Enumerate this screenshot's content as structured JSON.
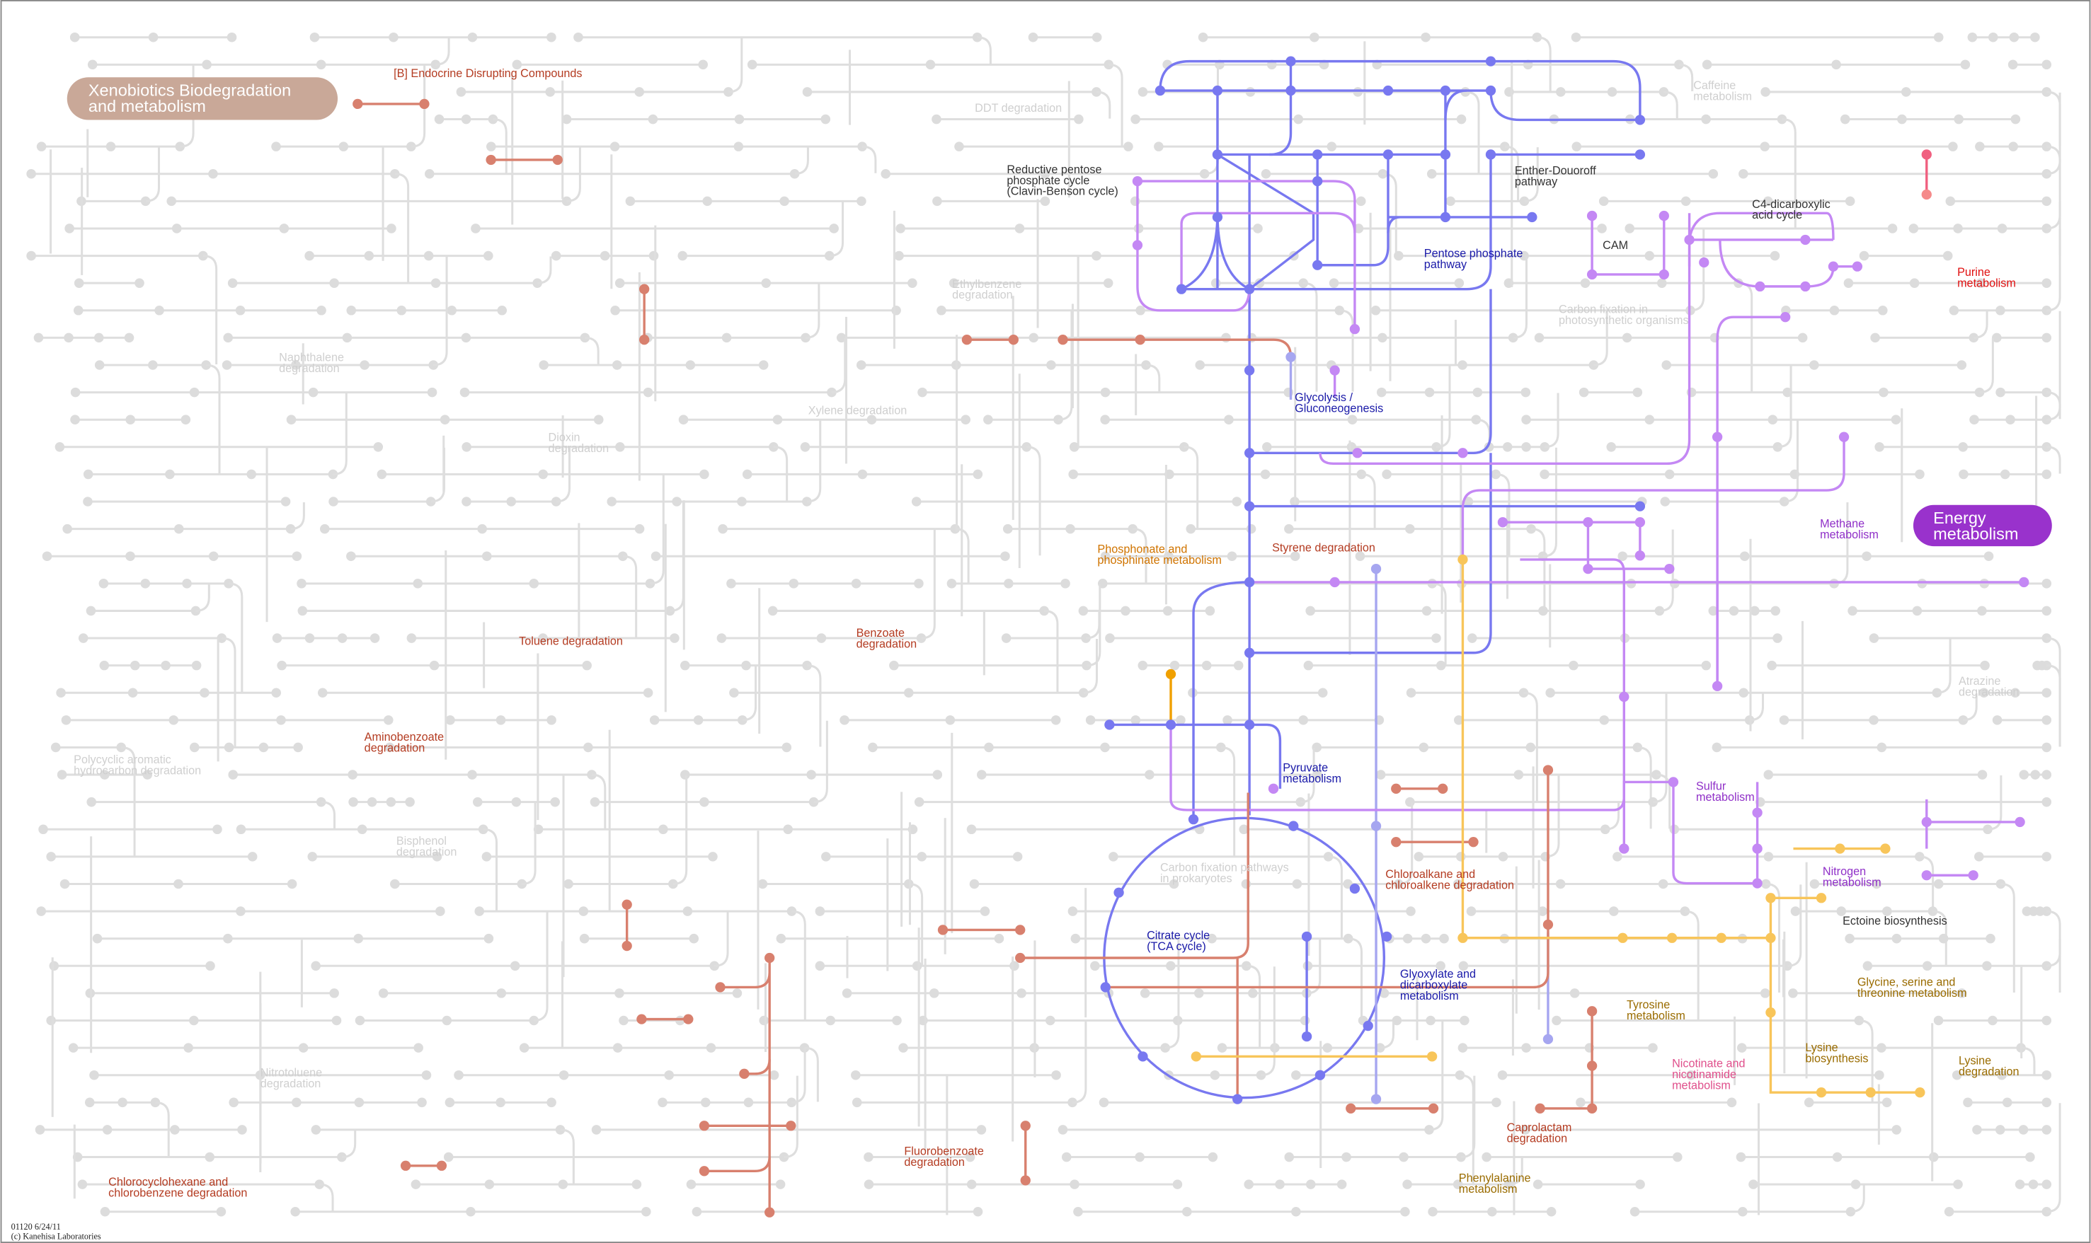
{
  "title": "Microbial metabolism in diverse environments",
  "colors": {
    "xenobiotics": "#c9a898",
    "energy": "#9932cc",
    "glycolysis_blue": "#7878f0",
    "energy_purple": "#c488f4",
    "xenobiotics_red": "#d8806e",
    "amino_acid_yellow": "#f8c55a",
    "phosphonate_orange": "#f0a000",
    "background_grey": "#dedede"
  },
  "category_pills": {
    "xenobiotics": [
      "Xenobiotics Biodegradation",
      "and metabolism"
    ],
    "energy": [
      "Energy",
      "metabolism"
    ]
  },
  "labels": {
    "endocrine": [
      "[B] Endocrine Disrupting Compounds"
    ],
    "ddt": [
      "DDT degradation"
    ],
    "caffeine": [
      "Caffeine",
      "metabolism"
    ],
    "calvin": [
      "Reductive pentose",
      "phosphate cycle",
      "(Clavin-Benson cycle)"
    ],
    "entner": [
      "Enther-Douoroff",
      "pathway"
    ],
    "c4": [
      "C4-dicarboxylic",
      "acid cycle"
    ],
    "cam": [
      "CAM"
    ],
    "pentose": [
      "Pentose phosphate",
      "pathway"
    ],
    "purine": [
      "Purine",
      "metabolism"
    ],
    "ethylbenzene": [
      "Ethylbenzene",
      "degradation"
    ],
    "carbonfix_photo": [
      "Carbon fixation in",
      "photosynthetic organisms"
    ],
    "naphthalene": [
      "Naphthalene",
      "degradation"
    ],
    "glycolysis": [
      "Glycolysis /",
      "Gluconeogenesis"
    ],
    "xylene": [
      "Xylene degradation"
    ],
    "dioxin": [
      "Dioxin",
      "degradation"
    ],
    "methane": [
      "Methane",
      "metabolism"
    ],
    "phosphonate": [
      "Phosphonate and",
      "phosphinate metabolism"
    ],
    "styrene": [
      "Styrene degradation"
    ],
    "benzoate": [
      "Benzoate",
      "degradation"
    ],
    "toluene": [
      "Toluene degradation"
    ],
    "atrazine": [
      "Atrazine",
      "degradation"
    ],
    "aminobenzoate": [
      "Aminobenzoate",
      "degradation"
    ],
    "pah": [
      "Polycyclic aromatic",
      "hydrocarbon degradation"
    ],
    "pyruvate": [
      "Pyruvate",
      "metabolism"
    ],
    "sulfur": [
      "Sulfur",
      "metabolism"
    ],
    "bisphenol": [
      "Bisphenol",
      "degradation"
    ],
    "carbonfix_prok": [
      "Carbon fixation pathways",
      "in prokaryotes"
    ],
    "chloroalkane": [
      "Chloroalkane and",
      "chloroalkene degradation"
    ],
    "nitrogen": [
      "Nitrogen",
      "metabolism"
    ],
    "ectoine": [
      "Ectoine biosynthesis"
    ],
    "tca": [
      "Citrate cycle",
      "(TCA cycle)"
    ],
    "glyoxylate": [
      "Glyoxylate and",
      "dicarboxylate",
      "metabolism"
    ],
    "glycine": [
      "Glycine, serine and",
      "threonine metabolism"
    ],
    "tyrosine": [
      "Tyrosine",
      "metabolism"
    ],
    "lysine_bio": [
      "Lysine",
      "biosynthesis"
    ],
    "lysine_deg": [
      "Lysine",
      "degradation"
    ],
    "nicotinate": [
      "Nicotinate and",
      "nicotinamide",
      "metabolism"
    ],
    "nitrotoluene": [
      "Nitrotoluene",
      "degradation"
    ],
    "caprolactam": [
      "Caprolactam",
      "degradation"
    ],
    "fluorobenzoate": [
      "Fluorobenzoate",
      "degradation"
    ],
    "phenylalanine": [
      "Phenylalanine",
      "metabolism"
    ],
    "chlorocyclohexane": [
      "Chlorocyclohexane and",
      "chlorobenzene degradation"
    ]
  },
  "footer": {
    "map_id_date": "01120 6/24/11",
    "copyright": "(c) Kanehisa Laboratories"
  }
}
